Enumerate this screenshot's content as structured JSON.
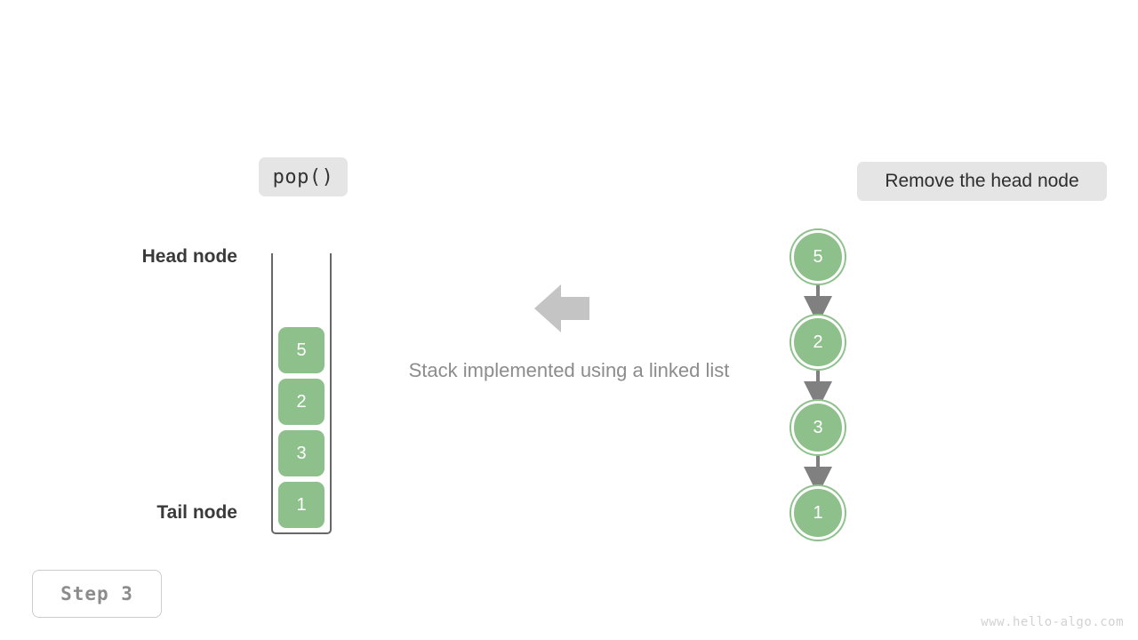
{
  "operation": {
    "label": "pop()"
  },
  "description": {
    "text": "Remove the head node"
  },
  "step": {
    "label": "Step 3"
  },
  "watermark": {
    "text": "www.hello-algo.com"
  },
  "caption": {
    "text": "Stack implemented using a linked list"
  },
  "colors": {
    "node_green": "#8ec08c",
    "chip_background": "#e5e5e5",
    "arrow_gray": "#c4c4c4",
    "link_gray": "#808080",
    "caption_gray": "#8c8c8c",
    "label_dark": "#3a3a3a",
    "container_border": "#676767",
    "watermark_gray": "#d2d2d2"
  },
  "stack": {
    "name": "stack-visualization",
    "orientation": "vertical",
    "open_top": true,
    "items_top_to_bottom": [
      "5",
      "2",
      "3",
      "1"
    ]
  },
  "linked_list": {
    "name": "linked-list-visualization",
    "head_label": "Head node",
    "tail_label": "Tail node",
    "nodes": [
      {
        "value": "5",
        "role": "head"
      },
      {
        "value": "2",
        "role": "middle"
      },
      {
        "value": "3",
        "role": "middle"
      },
      {
        "value": "1",
        "role": "tail"
      }
    ],
    "link_count": 3
  },
  "icons": {
    "transform_arrow": "arrow-left-icon"
  }
}
